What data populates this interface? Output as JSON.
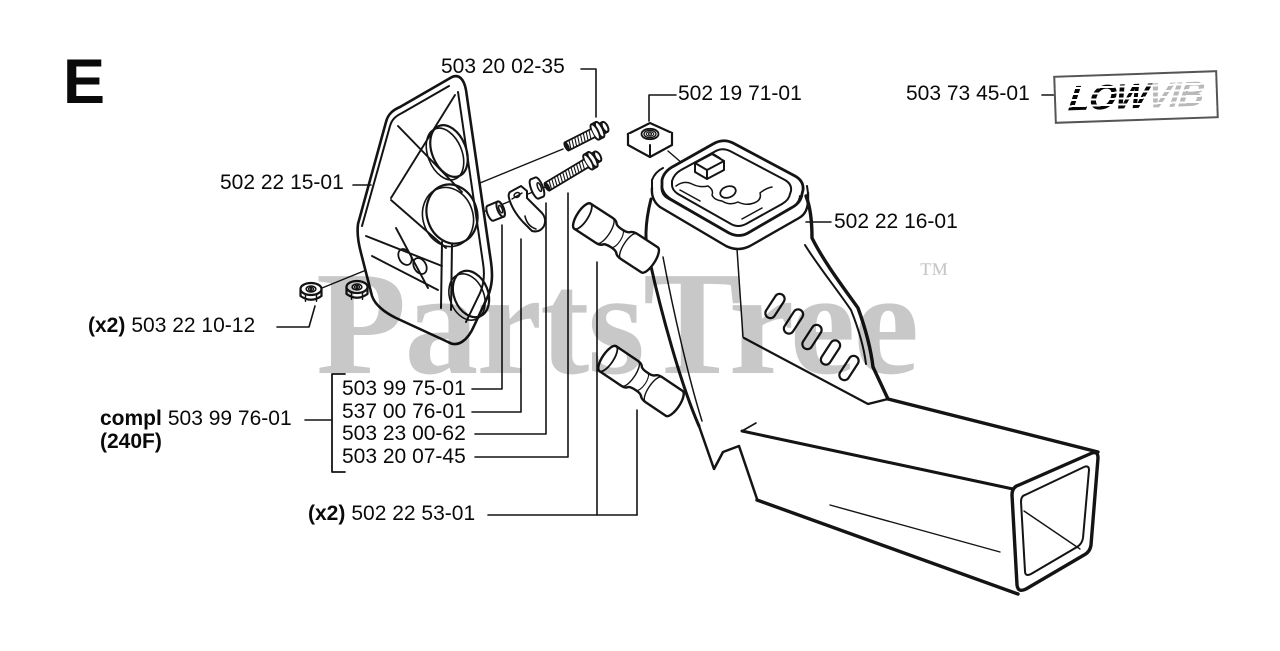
{
  "diagram": {
    "section_letter": "E",
    "watermark": {
      "text": "PartsTree",
      "tm": "™"
    },
    "decal": {
      "low": "LOW",
      "vib": "VIB"
    },
    "labels": {
      "bolt_top": "503 20 02-35",
      "square_nut": "502 19 71-01",
      "lowvib_decal": "503 73 45-01",
      "bracket": "502 22 15-01",
      "housing": "502 22 16-01",
      "lock_nuts": {
        "prefix": "(x2)",
        "number": "503 22 10-12"
      },
      "hardware_list": [
        {
          "number": "503 99 75-01"
        },
        {
          "number": "537 00 76-01"
        },
        {
          "number": "503 23 00-62"
        },
        {
          "number": "503 20 07-45"
        }
      ],
      "assembly": {
        "prefix": "compl",
        "number": "503 99 76-01",
        "variant": "(240F)"
      },
      "bushings": {
        "prefix": "(x2)",
        "number": "502 22 53-01"
      }
    },
    "colors": {
      "line": "#141414",
      "label": "#0a0a0a",
      "watermark": "#c9c9c9"
    }
  }
}
